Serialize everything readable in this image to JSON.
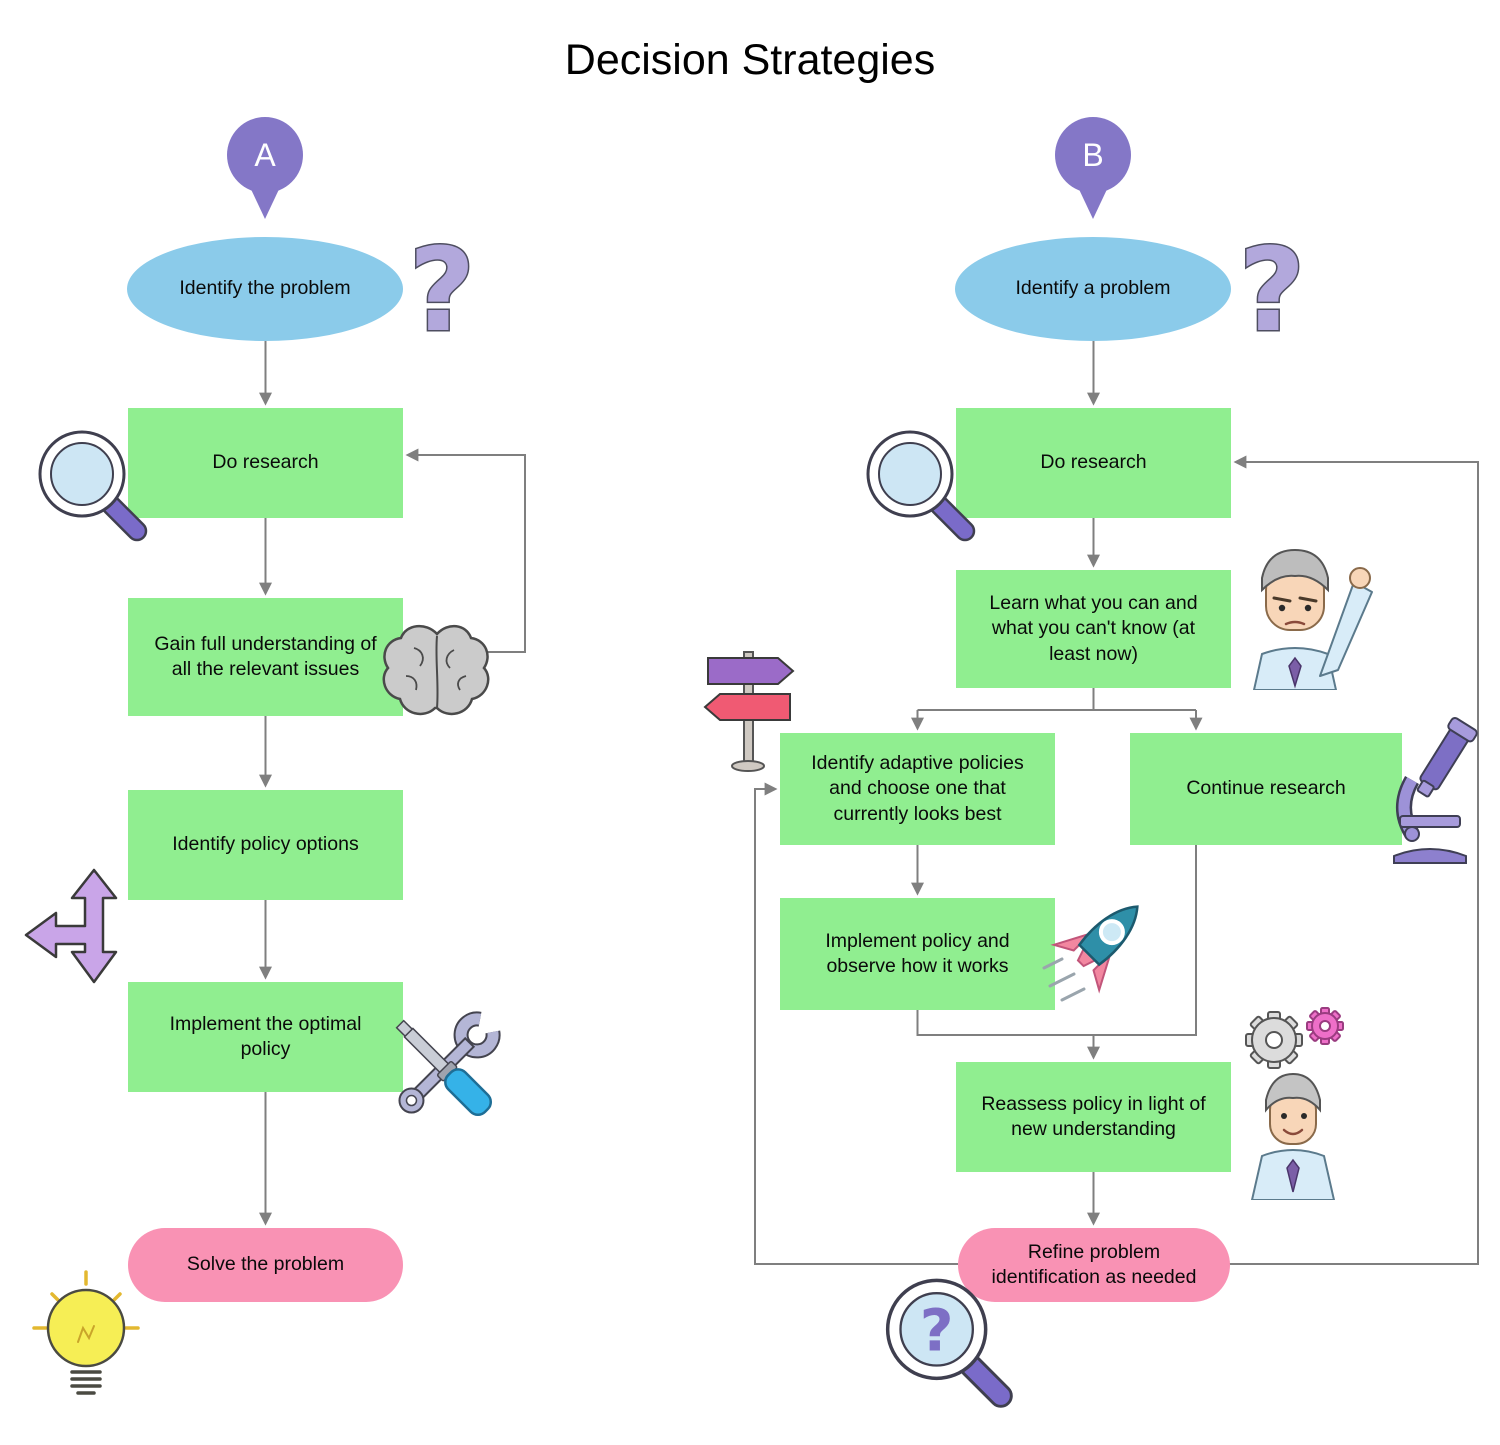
{
  "title": "Decision Strategies",
  "icons": {
    "question_glyph": "?"
  },
  "colors": {
    "process_fill": "#90EE90",
    "terminator_fill": "#F992B4",
    "start_fill": "#8BCBEA",
    "marker_fill": "#8477C7",
    "connector": "#7F7F7F"
  },
  "flows": {
    "a": {
      "marker": "A",
      "nodes": {
        "start": "Identify the problem",
        "do_research": "Do research",
        "gain_understanding": "Gain full understanding of all the relevant issues",
        "identify_policy_options": "Identify policy options",
        "implement_optimal": "Implement the optimal policy",
        "solve": "Solve the problem"
      }
    },
    "b": {
      "marker": "B",
      "nodes": {
        "start": "Identify a problem",
        "do_research": "Do research",
        "learn": "Learn what you can and what you can't know (at least now)",
        "identify_adaptive": "Identify adaptive policies and choose one that currently looks best",
        "continue_research": "Continue research",
        "implement_observe": "Implement policy and observe how it works",
        "reassess": "Reassess policy in light of new understanding",
        "refine": "Refine problem identification as needed"
      }
    }
  }
}
